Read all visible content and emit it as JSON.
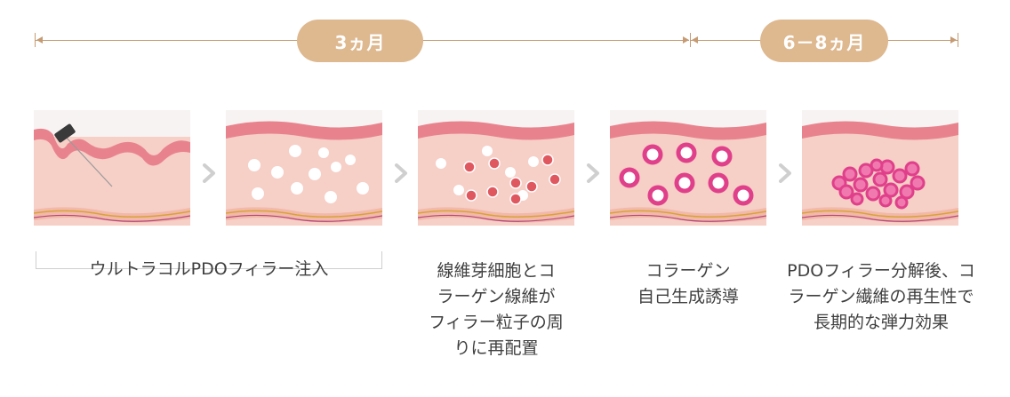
{
  "timeline": {
    "phase1_label": "3ヵ月",
    "phase2_label": "6－8ヵ月"
  },
  "steps": [
    {
      "caption_lines": []
    },
    {
      "caption_lines": []
    },
    {
      "caption_lines": [
        "線維芽細胞とコ",
        "ラーゲン線維が",
        "フィラー粒子の周",
        "りに再配置"
      ]
    },
    {
      "caption_lines": [
        "コラーゲン",
        "自己生成誘導"
      ]
    },
    {
      "caption_lines": [
        "PDOフィラー分解後、コ",
        "ラーゲン繊維の再生性で",
        "長期的な弾力効果"
      ]
    }
  ],
  "shared_caption": "ウルトラコルPDOフィラー注入",
  "colors": {
    "accent": "#deb88f",
    "line": "#c69b73",
    "skin_top": "#e8838e",
    "skin_body": "#f6cfc7",
    "fibroblast": "#e0585f",
    "collagen": "#e0408a",
    "chevron": "#cfcfcf"
  }
}
